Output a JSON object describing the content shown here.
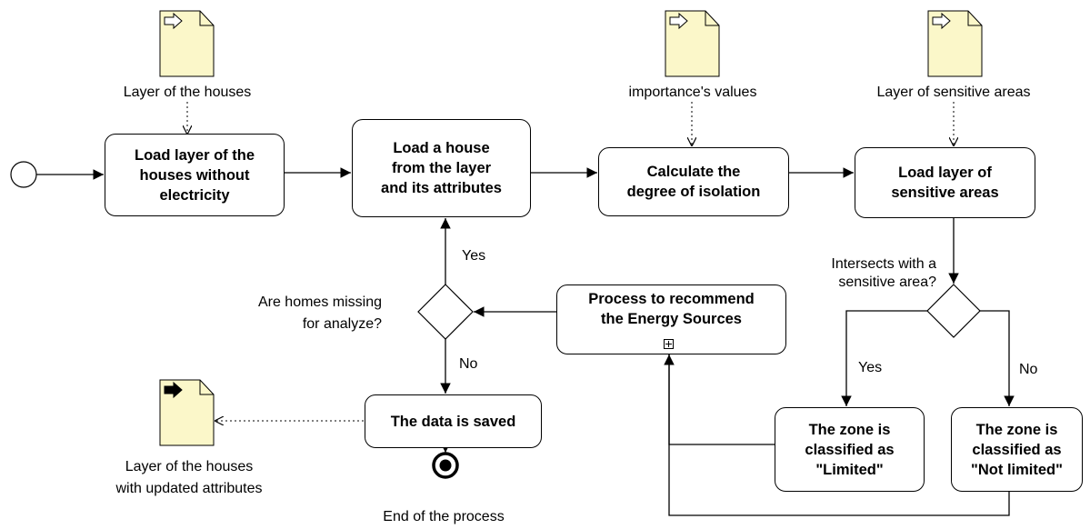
{
  "data_objects": {
    "layer_houses": "Layer of the houses",
    "importance_values": "importance's values",
    "layer_sensitive": "Layer of sensitive areas",
    "output_layer_line1": "Layer of the houses",
    "output_layer_line2": "with updated attributes"
  },
  "tasks": {
    "load_layer_line1": "Load layer of the",
    "load_layer_line2": "houses without",
    "load_layer_line3": "electricity",
    "load_house_line1": "Load a house",
    "load_house_line2": "from the layer",
    "load_house_line3": "and its attributes",
    "calc_line1": "Calculate the",
    "calc_line2": "degree of isolation",
    "load_sensitive_line1": "Load layer of",
    "load_sensitive_line2": "sensitive areas",
    "recommend_line1": "Process to recommend",
    "recommend_line2": "the Energy Sources",
    "saved": "The data is saved",
    "limited_line1": "The zone is",
    "limited_line2": "classified as",
    "limited_line3": "\"Limited\"",
    "not_limited_line1": "The zone is",
    "not_limited_line2": "classified as",
    "not_limited_line3": "\"Not limited\""
  },
  "gateways": {
    "homes_missing_line1": "Are homes missing",
    "homes_missing_line2": "for analyze?",
    "homes_yes": "Yes",
    "homes_no": "No",
    "intersects_line1": "Intersects with a",
    "intersects_line2": "sensitive area?",
    "intersects_yes": "Yes",
    "intersects_no": "No"
  },
  "events": {
    "end": "End of the process"
  },
  "colors": {
    "data_fill": "#fbf7c9",
    "stroke": "#000000"
  }
}
